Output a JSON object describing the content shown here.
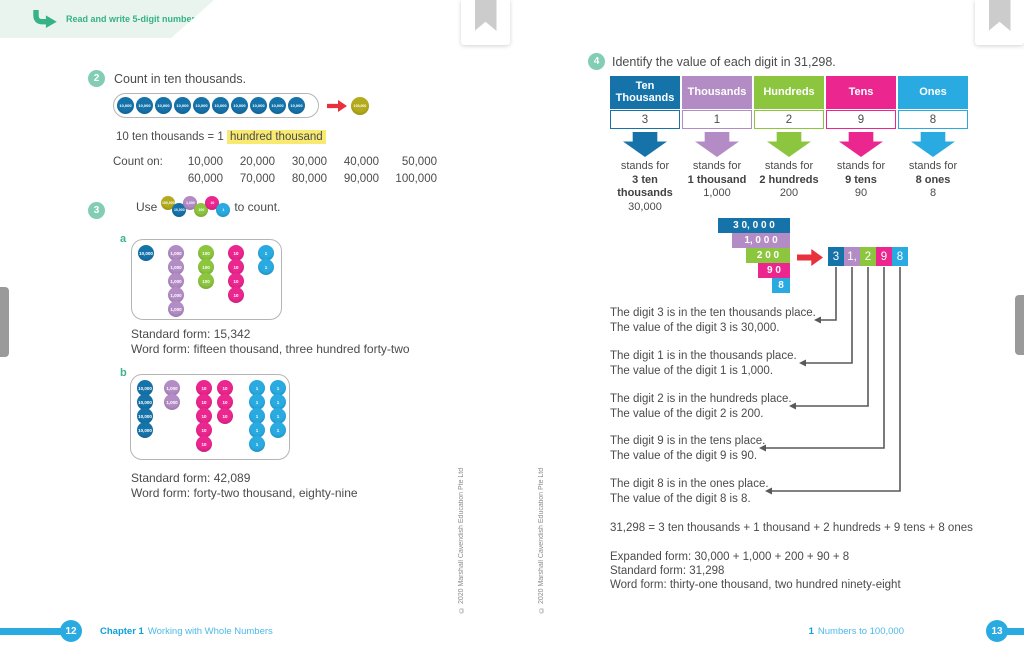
{
  "colors": {
    "ten_thousands_blue": "#1673aa",
    "thousands_purple": "#b48cc5",
    "hundreds_green": "#8cc63e",
    "tens_pink": "#ec268f",
    "ones_cyan": "#29abe2",
    "hundred_thousand_olive": "#b3ab1d",
    "badge_teal": "#82cdb3",
    "banner_green": "#35b286",
    "highlight_yellow": "#f8e971",
    "arrow_red": "#e8313c",
    "footer_blue": "#29abe2"
  },
  "banner": {
    "label": "Read and write 5-digit numbers"
  },
  "chips": {
    "c100000": "100,000",
    "c10000": "10,000",
    "c1000": "1,000",
    "c100": "100",
    "c10": "10",
    "c1": "1"
  },
  "section2": {
    "badge": "2",
    "title": "Count in ten thousands.",
    "equation_prefix": "10 ten thousands = 1",
    "equation_highlight": "hundred thousand",
    "count_on_label": "Count on:",
    "count_row1": [
      "10,000",
      "20,000",
      "30,000",
      "40,000",
      "50,000"
    ],
    "count_row2": [
      "60,000",
      "70,000",
      "80,000",
      "90,000",
      "100,000"
    ]
  },
  "section3": {
    "badge": "3",
    "use_label": "Use",
    "to_count_label": "to count.",
    "example_a": {
      "label": "a",
      "standard_form": "Standard form: 15,342",
      "word_form": "Word form: fifteen thousand, three hundred forty-two"
    },
    "example_b": {
      "label": "b",
      "standard_form": "Standard form: 42,089",
      "word_form": "Word form: forty-two thousand, eighty-nine"
    }
  },
  "section4": {
    "badge": "4",
    "title": "Identify the value of each digit in 31,298.",
    "table": {
      "columns": [
        {
          "header": "Ten Thousands",
          "digit": "3",
          "stands_for": "stands for",
          "unit_text": "3 ten thousands",
          "value": "30,000"
        },
        {
          "header": "Thousands",
          "digit": "1",
          "stands_for": "stands for",
          "unit_text": "1 thousand",
          "value": "1,000"
        },
        {
          "header": "Hundreds",
          "digit": "2",
          "stands_for": "stands for",
          "unit_text": "2 hundreds",
          "value": "200"
        },
        {
          "header": "Tens",
          "digit": "9",
          "stands_for": "stands for",
          "unit_text": "9 tens",
          "value": "90"
        },
        {
          "header": "Ones",
          "digit": "8",
          "stands_for": "stands for",
          "unit_text": "8 ones",
          "value": "8"
        }
      ]
    },
    "decomposition": [
      "3 0, 0 0 0",
      "1, 0 0 0",
      "2 0 0",
      "9 0",
      "8"
    ],
    "digit_boxes": [
      "3",
      "1,",
      "2",
      "9",
      "8"
    ],
    "notes": [
      {
        "line1": "The digit 3 is in the ten thousands place.",
        "line2": "The value of the digit 3 is 30,000."
      },
      {
        "line1": "The digit 1 is in the thousands place.",
        "line2": "The value of the digit 1 is 1,000."
      },
      {
        "line1": "The digit 2 is in the hundreds place.",
        "line2": "The value of the digit 2 is 200."
      },
      {
        "line1": "The digit 9 is in the tens place.",
        "line2": "The value of the digit 9 is 90."
      },
      {
        "line1": "The digit 8 is in the ones place.",
        "line2": "The value of the digit 8 is 8."
      }
    ],
    "equation": "31,298 = 3 ten thousands + 1 thousand + 2 hundreds + 9 tens + 8 ones",
    "expanded_form": "Expanded form: 30,000 + 1,000 + 200 + 90 + 8",
    "standard_form": "Standard form: 31,298",
    "word_form": "Word form: thirty-one thousand, two hundred ninety-eight"
  },
  "footer": {
    "left_page": "12",
    "chapter": "Chapter 1",
    "chapter_title": "Working with Whole Numbers",
    "lesson_number": "1",
    "lesson_title": "Numbers to 100,000",
    "right_page": "13"
  },
  "copyright": "© 2020 Marshall Cavendish Education Pte Ltd"
}
